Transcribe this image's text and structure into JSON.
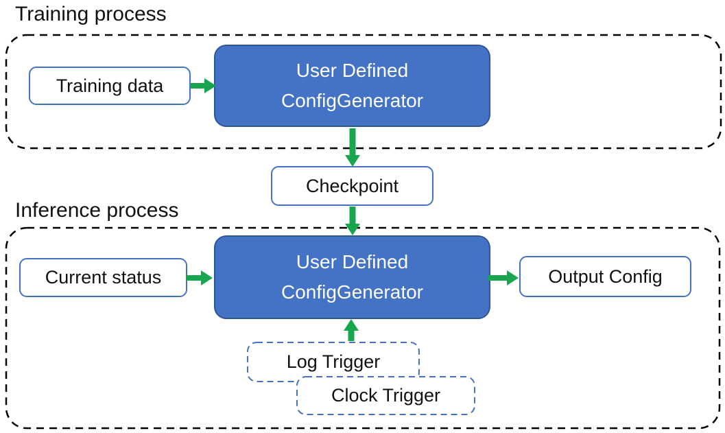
{
  "training": {
    "title": "Training process",
    "input_label": "Training data",
    "generator": {
      "line1": "User Defined",
      "line2": "ConfigGenerator"
    }
  },
  "checkpoint_label": "Checkpoint",
  "inference": {
    "title": "Inference process",
    "input_label": "Current status",
    "generator": {
      "line1": "User Defined",
      "line2": "ConfigGenerator"
    },
    "output_label": "Output Config",
    "triggers": {
      "log": "Log Trigger",
      "clock": "Clock Trigger"
    }
  },
  "colors": {
    "box_fill_blue": "#4472C4",
    "box_border_blue": "#2F5597",
    "outline_blue": "#4472C4",
    "arrow_green": "#17A64D",
    "dashed_black": "#000000",
    "text_black": "#111111"
  }
}
